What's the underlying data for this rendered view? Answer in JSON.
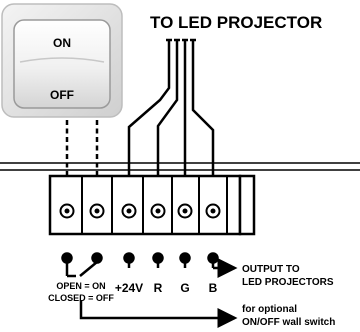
{
  "title": "TO LED PROJECTOR",
  "switch": {
    "on_label": "ON",
    "off_label": "OFF"
  },
  "terminals": [
    {
      "id": "t1",
      "label": ""
    },
    {
      "id": "t2",
      "label": ""
    },
    {
      "id": "t3",
      "label": "+24V"
    },
    {
      "id": "t4",
      "label": "R"
    },
    {
      "id": "t5",
      "label": "G"
    },
    {
      "id": "t6",
      "label": "B"
    }
  ],
  "state_labels": {
    "open": "OPEN = ON",
    "closed": "CLOSED = OFF"
  },
  "output_label": {
    "line1": "OUTPUT TO",
    "line2": "LED PROJECTORS"
  },
  "optional_label": {
    "line1": "for optional",
    "line2": "ON/OFF wall switch"
  }
}
